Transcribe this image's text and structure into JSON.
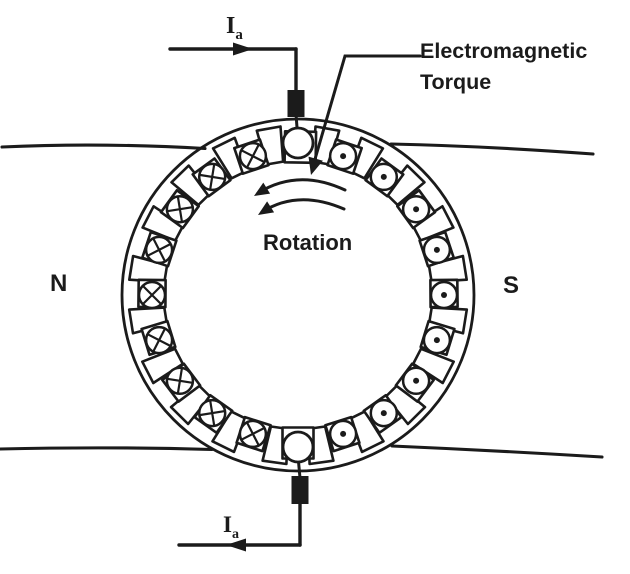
{
  "labels": {
    "current_top": {
      "symbol": "I",
      "subscript": "a"
    },
    "current_bottom": {
      "symbol": "I",
      "subscript": "a"
    },
    "torque_line1": "Electromagnetic",
    "torque_line2": "Torque",
    "rotation": "Rotation",
    "pole_north": "N",
    "pole_south": "S"
  },
  "rotor": {
    "slot_count": 20,
    "cross_conductors": 9,
    "dot_conductors": 9,
    "brush_contacts": 2,
    "left_side_symbol": "current-into-page-cross",
    "right_side_symbol": "current-out-of-page-dot"
  },
  "colors": {
    "ink": "#1b1b1b",
    "background": "#ffffff"
  }
}
